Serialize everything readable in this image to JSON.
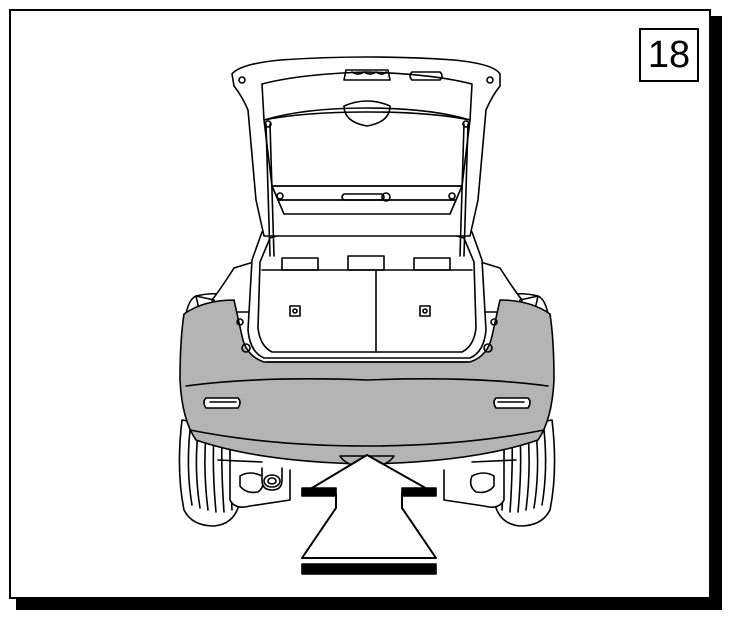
{
  "step": {
    "number": "18"
  },
  "illustration": {
    "subject": "car-rear-open-hatch",
    "bumper_highlight_color": "#b4b4b4",
    "arrow_direction": "up"
  }
}
